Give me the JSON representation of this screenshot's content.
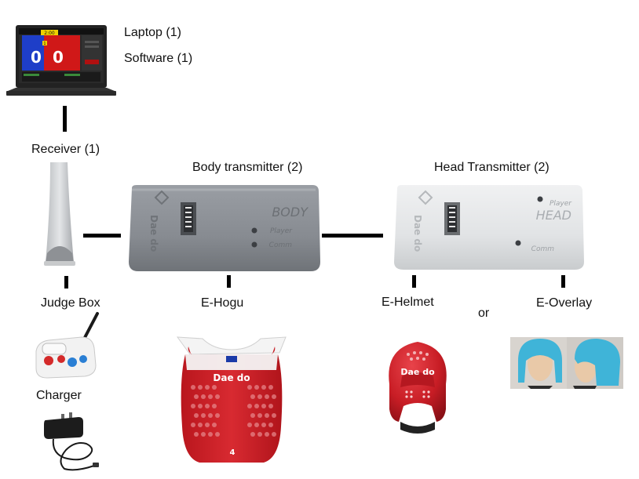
{
  "labels": {
    "laptop": "Laptop (1)",
    "software": "Software (1)",
    "receiver": "Receiver (1)",
    "body_transmitter": "Body transmitter (2)",
    "head_transmitter": "Head Transmitter (2)",
    "judge_box": "Judge Box",
    "e_hogu": "E-Hogu",
    "e_helmet": "E-Helmet",
    "or": "or",
    "e_overlay": "E-Overlay",
    "charger": "Charger"
  },
  "laptop_screen": {
    "timer": "2:00",
    "score_left": "0",
    "score_right": "0",
    "round": "1",
    "colors": {
      "blue": "#1e3ec8",
      "red": "#d01818",
      "dark": "#1b1b1b",
      "yellow": "#f0d000"
    }
  },
  "body_device": {
    "word": "BODY",
    "label1": "Player",
    "label2": "Comm",
    "brand": "Dae do",
    "color": "#8c9096"
  },
  "head_device": {
    "word": "HEAD",
    "label1": "Player",
    "label2": "Comm",
    "brand": "Dae do",
    "color": "#e2e4e6"
  },
  "hogu": {
    "brand": "Dae do",
    "number": "4",
    "color": "#d32027"
  },
  "helmet": {
    "brand": "Dae do",
    "color": "#c81d25"
  },
  "overlay": {
    "color": "#3fb4d8"
  }
}
